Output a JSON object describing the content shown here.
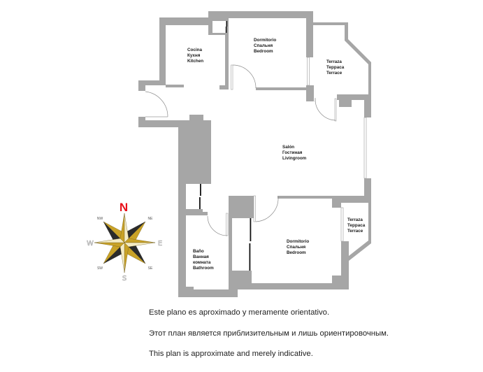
{
  "plan": {
    "rooms": [
      {
        "id": "kitchen",
        "labels": [
          "Cocina",
          "Кухня",
          "Kitchen"
        ]
      },
      {
        "id": "bedroom_1",
        "labels": [
          "Dormitorio",
          "Спальня",
          "Bedroom"
        ]
      },
      {
        "id": "terrace_1",
        "labels": [
          "Terraza",
          "Терраса",
          "Terrace"
        ]
      },
      {
        "id": "living_room",
        "labels": [
          "Salón",
          "Гостиная",
          "Livingroom"
        ]
      },
      {
        "id": "bathroom",
        "labels": [
          "Baño",
          "Ванная",
          "комната",
          "Bathroom"
        ]
      },
      {
        "id": "bedroom_2",
        "labels": [
          "Dormitorio",
          "Спальня",
          "Bedroom"
        ]
      },
      {
        "id": "terrace_2",
        "labels": [
          "Terraza",
          "Терраса",
          "Terrace"
        ]
      }
    ]
  },
  "compass": {
    "n": "N",
    "ne": "NE",
    "e": "E",
    "se": "SE",
    "s": "S",
    "sw": "SW",
    "w": "W",
    "nw": "NW"
  },
  "disclaimer": {
    "es": "Este plano es aproximado y meramente orientativo.",
    "ru": "Этот план является приблизительным и лишь ориентировочным.",
    "en": "This plan is approximate and merely indicative."
  },
  "colors": {
    "wall": "#a6a6a6",
    "north": "#e8101a",
    "gold": "#c9a227",
    "text": "#1a1a1a"
  }
}
